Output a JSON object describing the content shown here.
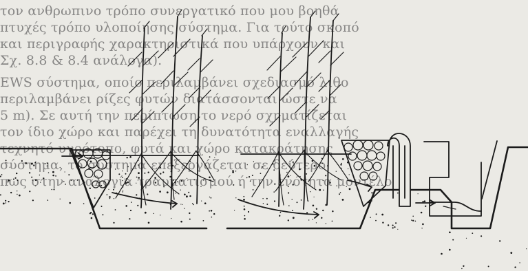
{
  "page": {
    "background_color": "#ebeae5",
    "ink_color": "#1b1b1b",
    "text_color": "#5d5d5d"
  },
  "text_lines": [
    "τον ανθρωπινο τρόπο συνεργατικό που μου βοηθά",
    "πτυχές τρόπο υλοποίησης σύστημα. Για τούτο σκοπό",
    "και περιγραφής χαρακτηριστικά που υπάρχουν και",
    "Σχ. 8.8 & 8.4 ανάλογα).",
    "EWS σύστημα, οποίο περιλαμβάνει σχεδιασμό λιθο",
    "περιλαμβάνει ρίζες φυτών διατάσσονται ώστε να",
    "5 m). Σε αυτή την περίπτωση το νερό σχηματίζεται",
    "τον ίδιο χώρο και παρέχει τη δυνατότητα εναλλαγής",
    "τεχνητό υγρότοπο, φυτά και χώρο κατακράτησης",
    "σύστημα, το σύστημα επεξεργάζεται σε δεύτερο",
    "πως στην αναλογία τραυματισμού ή την ενότητα μοντέλο"
  ],
  "diagram": {
    "left_system": {
      "gravel_inlet": "gravel-filled inlet",
      "reeds": 3,
      "flow": "subsurface flow"
    },
    "right_system": {
      "reeds": 3,
      "gravel_outlet": "gravel-filled outlet",
      "pipe": "outlet pipe",
      "tank": "collection tank"
    }
  }
}
